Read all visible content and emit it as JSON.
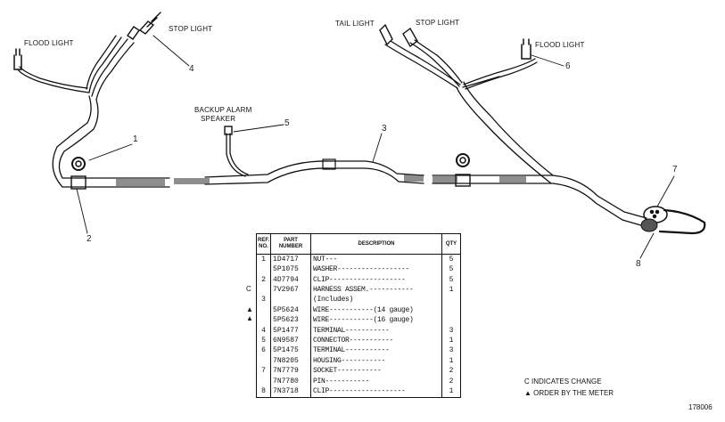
{
  "labels": {
    "flood_light_left": "FLOOD LIGHT",
    "stop_light_left": "STOP LIGHT",
    "backup_alarm": "BACKUP ALARM",
    "speaker": "SPEAKER",
    "tail_light": "TAIL LIGHT",
    "stop_light_right": "STOP LIGHT",
    "flood_light_right": "FLOOD LIGHT"
  },
  "callouts": {
    "c1": "1",
    "c2": "2",
    "c3": "3",
    "c4": "4",
    "c5": "5",
    "c6": "6",
    "c7": "7",
    "c8": "8"
  },
  "table": {
    "headers": {
      "ref": "REF. NO.",
      "part": "PART NUMBER",
      "desc": "DESCRIPTION",
      "qty": "QTY"
    },
    "rows": [
      {
        "ref": "1",
        "part": "1D4717",
        "desc": "NUT---",
        "qty": "5"
      },
      {
        "ref": "",
        "part": "5P1075",
        "desc": "WASHER------------------",
        "qty": "5"
      },
      {
        "ref": "2",
        "part": "4D7794",
        "desc": "CLIP-------------------",
        "qty": "5"
      },
      {
        "ref": "",
        "part": "7V2967",
        "desc": "HARNESS ASSEM.-----------",
        "qty": "1"
      },
      {
        "ref": "3",
        "part": "",
        "desc": "  (Includes)",
        "qty": ""
      },
      {
        "ref": "",
        "part": "5P5624",
        "desc": "  WIRE-----------(14 gauge)",
        "qty": ""
      },
      {
        "ref": "",
        "part": "5P5623",
        "desc": "  WIRE-----------(16 gauge)",
        "qty": ""
      },
      {
        "ref": "4",
        "part": "5P1477",
        "desc": "  TERMINAL-----------",
        "qty": "3"
      },
      {
        "ref": "5",
        "part": "6N9587",
        "desc": "  CONNECTOR-----------",
        "qty": "1"
      },
      {
        "ref": "6",
        "part": "5P1475",
        "desc": "  TERMINAL-----------",
        "qty": "3"
      },
      {
        "ref": "",
        "part": "7N8205",
        "desc": "  HOUSING-----------",
        "qty": "1"
      },
      {
        "ref": "7",
        "part": "7N7779",
        "desc": "  SOCKET-----------",
        "qty": "2"
      },
      {
        "ref": "",
        "part": "7N7780",
        "desc": "  PIN-----------",
        "qty": "2"
      },
      {
        "ref": "8",
        "part": "7N3718",
        "desc": "CLIP-------------------",
        "qty": "1"
      }
    ],
    "markers": {
      "change": "C",
      "meter1": "▲",
      "meter2": "▲"
    }
  },
  "legend": {
    "line1": "C INDICATES CHANGE",
    "line2": "▲ ORDER BY THE METER"
  },
  "figure_number": "178006"
}
